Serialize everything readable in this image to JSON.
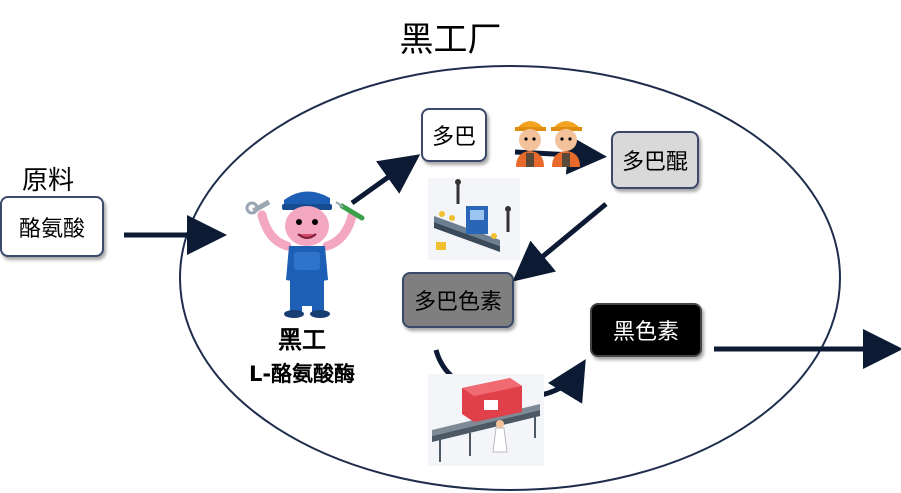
{
  "title": "黑工厂",
  "input": {
    "header": "原料",
    "label": "酪氨酸"
  },
  "worker": {
    "name": "黑工",
    "enzyme": "L-酪氨酸酶"
  },
  "nodes": {
    "dopa": "多巴",
    "dopaquinone": "多巴醌",
    "dopachrome": "多巴色素",
    "melanin": "黑色素"
  },
  "colors": {
    "box_border": "#3b4a6b",
    "arrow": "#0d1a33",
    "dopa_fill": "#ffffff",
    "dopaquinone_fill": "#d9d9d9",
    "dopachrome_fill": "#7f7f7f",
    "melanin_fill": "#000000"
  }
}
